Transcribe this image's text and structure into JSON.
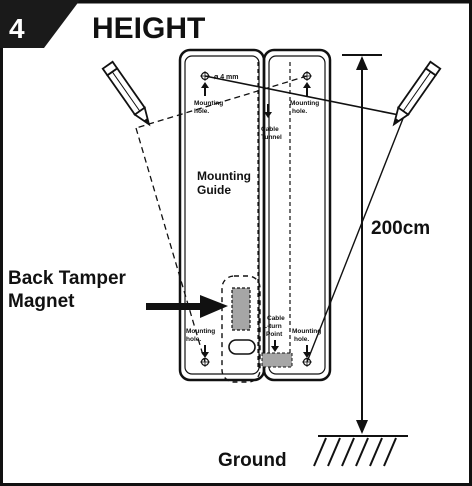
{
  "step": {
    "number": "4",
    "title": "HEIGHT"
  },
  "guide": {
    "drill": "ø 4 mm",
    "mounting_guide": [
      "Mounting",
      "Guide"
    ],
    "mounting_hole": [
      "Mounting",
      "hole."
    ],
    "cable_tunnel": [
      "Cable",
      "Tunnel"
    ],
    "cable_lturn": [
      "Cable",
      "L-turn",
      "Point"
    ]
  },
  "labels": {
    "back_tamper": [
      "Back Tamper",
      "Magnet"
    ],
    "height": "200cm",
    "ground": "Ground"
  },
  "colors": {
    "ink": "#111111",
    "gray_block": "#a6a6a6",
    "tab_bg": "#1a1a1a",
    "tab_text": "#ffffff"
  },
  "icons": [
    "pencil-icon",
    "arrow-right-icon",
    "down-arrow-icon",
    "up-arrow-icon",
    "screw-hole-icon",
    "ground-hatch-icon"
  ]
}
